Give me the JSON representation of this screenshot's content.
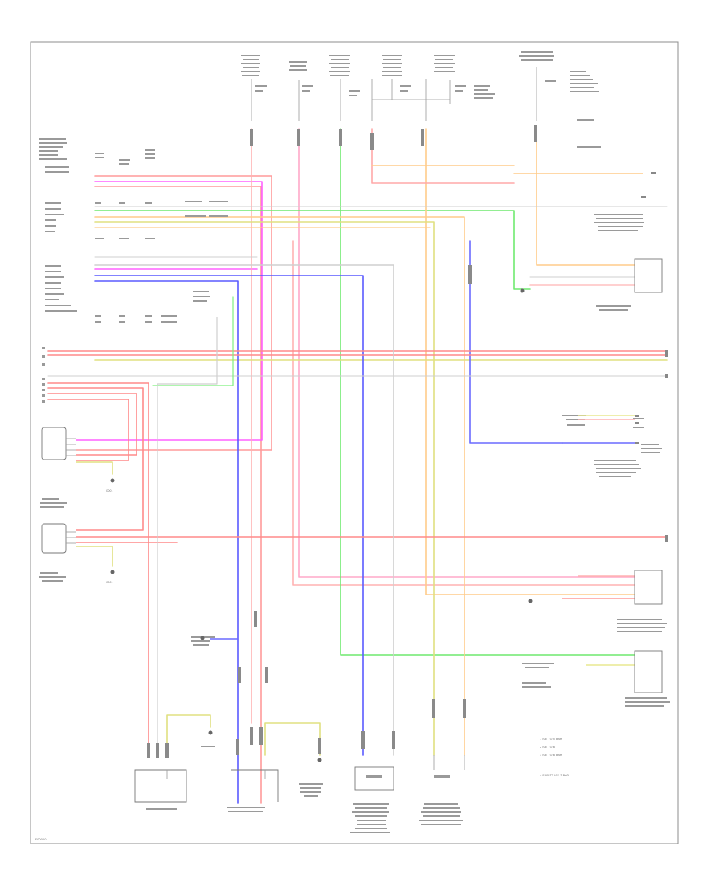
{
  "colors": {
    "red": "#ff8f8f",
    "pink": "#ffc0c0",
    "magenta": "#ff60ff",
    "blue": "#5a5aff",
    "green": "#70ee70",
    "orange": "#ffc98a",
    "yellow": "#e8e890",
    "gray": "#bdbdbd",
    "frame": "#8c8c8c"
  },
  "diagram_text": {
    "ground_label": "G001",
    "legend": [
      "1 ICE TO 5 BAR",
      "2 ICE TO 8",
      "3 ICE TO 8 BAR",
      "4 EXCEPT ICE 7 BAR"
    ],
    "page_code": "F00000"
  }
}
